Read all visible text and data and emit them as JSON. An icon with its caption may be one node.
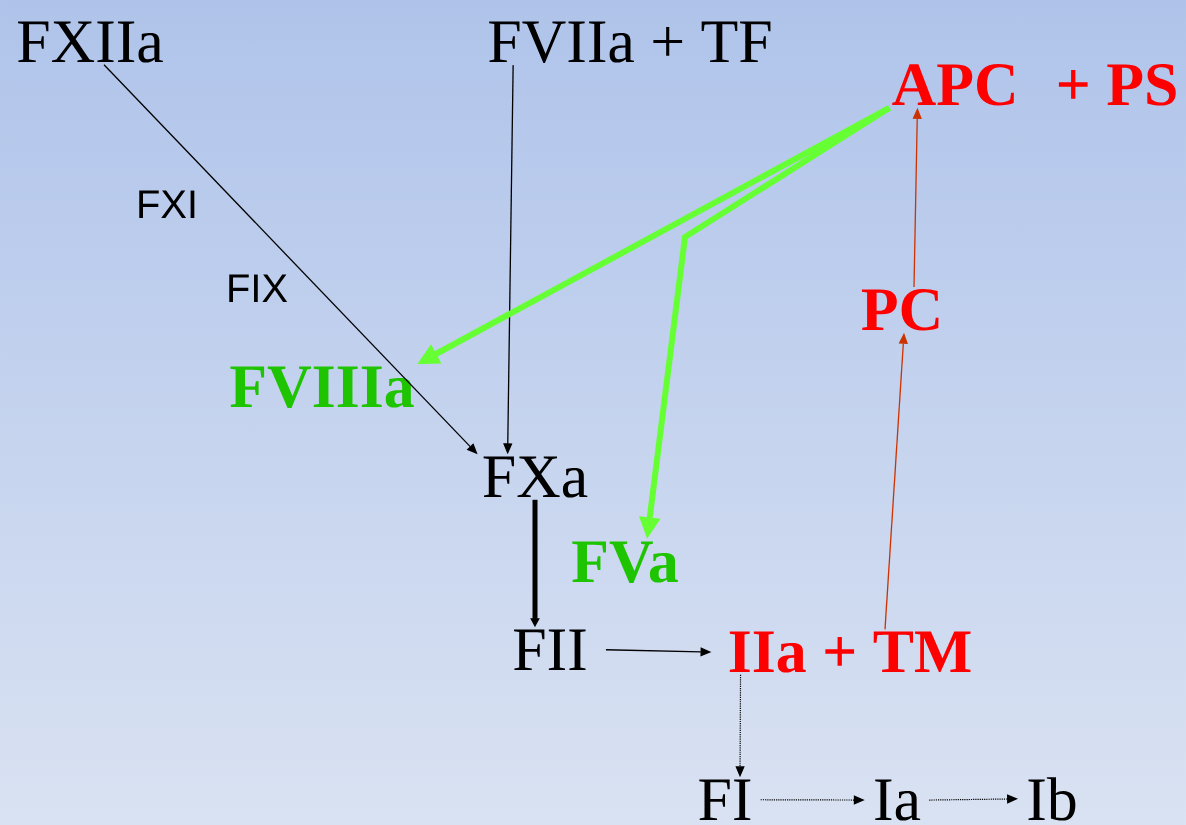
{
  "diagram": {
    "nodes": [
      {
        "text": [
          "FXIIa"
        ]
      },
      {
        "text": [
          "FVIIa + TF"
        ]
      },
      {
        "text": [
          "APC",
          "+ PS"
        ]
      },
      {
        "text": [
          "FVIIIa"
        ]
      },
      {
        "text": [
          "FXa"
        ]
      },
      {
        "text": [
          "FVa"
        ]
      },
      {
        "text": [
          "FII"
        ]
      },
      {
        "text": [
          "IIa + TM"
        ]
      },
      {
        "text": [
          "PC"
        ]
      },
      {
        "text": [
          "FI"
        ]
      },
      {
        "text": [
          "Ia"
        ]
      },
      {
        "text": [
          "Ib"
        ]
      }
    ],
    "edges": [
      {
        "from": 0,
        "to": 4,
        "arrow": "to"
      },
      {
        "from": 1,
        "to": 4,
        "arrow": "to"
      },
      {
        "from": 2,
        "to": 3,
        "arrow": "to",
        "style": "thick",
        "color": "#66ff33"
      },
      {
        "from": 2,
        "to": 5,
        "arrow": "to",
        "style": "thick",
        "color": "#66ff33"
      },
      {
        "from": 4,
        "to": 6,
        "arrow": "to",
        "style": "thick"
      },
      {
        "from": 6,
        "to": 7,
        "arrow": "to"
      },
      {
        "from": 7,
        "to": 8,
        "arrow": "to",
        "color": "#cc3300"
      },
      {
        "from": 8,
        "to": 2,
        "arrow": "to",
        "color": "#cc3300"
      },
      {
        "from": 7,
        "to": 9,
        "arrow": "to",
        "style": "dashed"
      },
      {
        "from": 9,
        "to": 10,
        "arrow": "to",
        "style": "dashed"
      },
      {
        "from": 10,
        "to": 11,
        "arrow": "to",
        "style": "dashed"
      }
    ],
    "labels": [
      "FXI",
      "FIX"
    ]
  }
}
